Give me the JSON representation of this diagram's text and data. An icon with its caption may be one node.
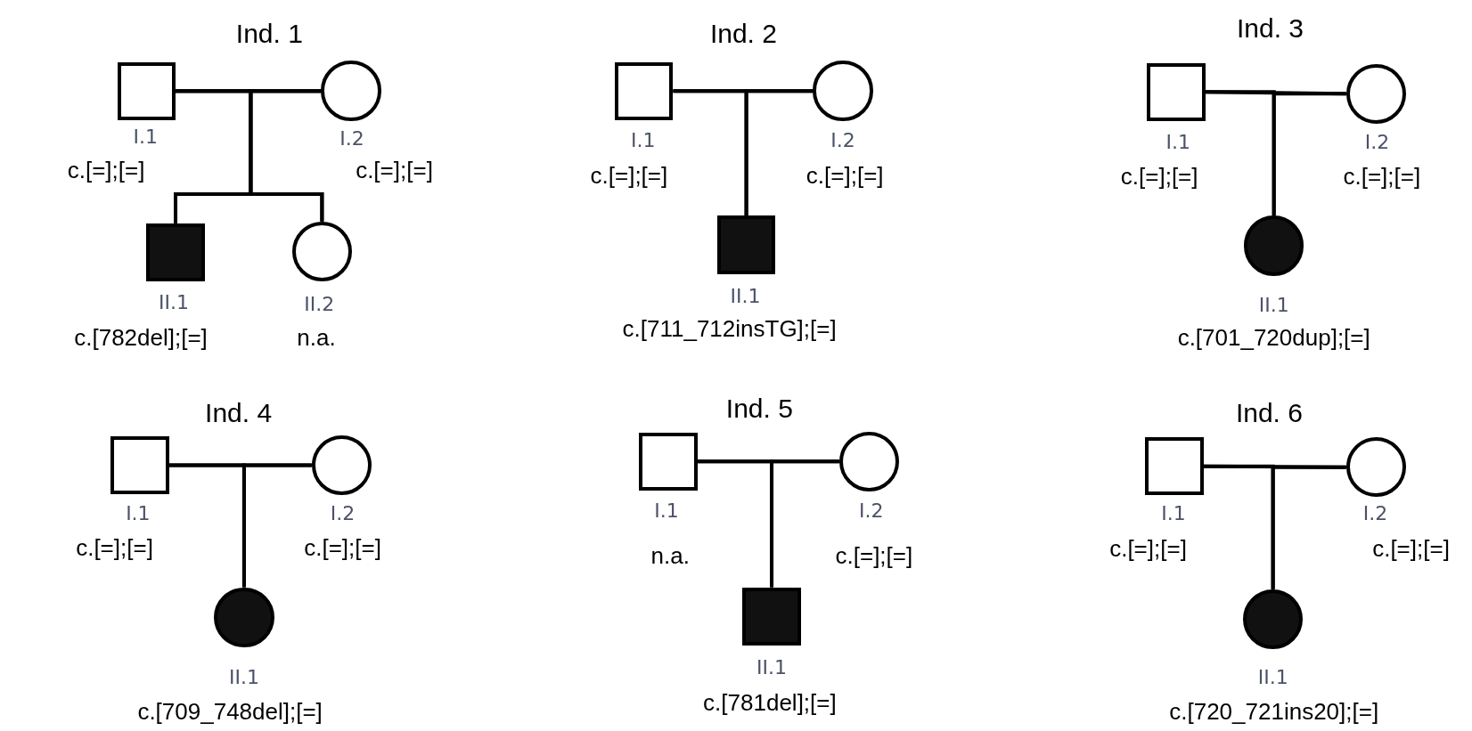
{
  "diagram": {
    "nodes": [
      {
        "text": [],
        "shape": "square",
        "beside": [
          "I.1",
          "c.[=];[=]"
        ]
      },
      {
        "text": [],
        "shape": "circle",
        "beside": [
          "I.2",
          "c.[=];[=]"
        ]
      },
      {
        "text": [],
        "shape": "filled-square",
        "beside": [
          "II.1",
          "c.[782del];[=]"
        ]
      },
      {
        "text": [],
        "shape": "circle",
        "beside": [
          "II.2",
          "n.a."
        ]
      },
      {
        "text": [],
        "shape": "square",
        "beside": [
          "I.1",
          "c.[=];[=]"
        ]
      },
      {
        "text": [],
        "shape": "circle",
        "beside": [
          "I.2",
          "c.[=];[=]"
        ]
      },
      {
        "text": [],
        "shape": "filled-square",
        "beside": [
          "II.1",
          "c.[711_712insTG];[=]"
        ]
      },
      {
        "text": [],
        "shape": "square",
        "beside": [
          "I.1",
          "c.[=];[=]"
        ]
      },
      {
        "text": [],
        "shape": "circle",
        "beside": [
          "I.2",
          "c.[=];[=]"
        ]
      },
      {
        "text": [],
        "shape": "filled-circle",
        "beside": [
          "II.1",
          "c.[701_720dup];[=]"
        ]
      },
      {
        "text": [],
        "shape": "square",
        "beside": [
          "I.1",
          "c.[=];[=]"
        ]
      },
      {
        "text": [],
        "shape": "circle",
        "beside": [
          "I.2",
          "c.[=];[=]"
        ]
      },
      {
        "text": [],
        "shape": "filled-circle",
        "beside": [
          "II.1",
          "c.[709_748del];[=]"
        ]
      },
      {
        "text": [],
        "shape": "square",
        "beside": [
          "I.1",
          "n.a."
        ]
      },
      {
        "text": [],
        "shape": "circle",
        "beside": [
          "I.2",
          "c.[=];[=]"
        ]
      },
      {
        "text": [],
        "shape": "filled-square",
        "beside": [
          "II.1",
          "c.[781del];[=]"
        ]
      },
      {
        "text": [],
        "shape": "square",
        "beside": [
          "I.1",
          "c.[=];[=]"
        ]
      },
      {
        "text": [],
        "shape": "circle",
        "beside": [
          "I.2",
          "c.[=];[=]"
        ]
      },
      {
        "text": [],
        "shape": "filled-circle",
        "beside": [
          "II.1",
          "c.[720_721ins20];[=]"
        ]
      }
    ],
    "edges": [
      {
        "from": 0,
        "to": 1,
        "arrow": "none"
      },
      {
        "from": 0,
        "to": 2,
        "arrow": "none"
      },
      {
        "from": 1,
        "to": 2,
        "arrow": "none"
      },
      {
        "from": 0,
        "to": 3,
        "arrow": "none"
      },
      {
        "from": 1,
        "to": 3,
        "arrow": "none"
      },
      {
        "from": 4,
        "to": 5,
        "arrow": "none"
      },
      {
        "from": 4,
        "to": 6,
        "arrow": "none"
      },
      {
        "from": 5,
        "to": 6,
        "arrow": "none"
      },
      {
        "from": 7,
        "to": 8,
        "arrow": "none"
      },
      {
        "from": 7,
        "to": 9,
        "arrow": "none"
      },
      {
        "from": 8,
        "to": 9,
        "arrow": "none"
      },
      {
        "from": 10,
        "to": 11,
        "arrow": "none"
      },
      {
        "from": 10,
        "to": 12,
        "arrow": "none"
      },
      {
        "from": 11,
        "to": 12,
        "arrow": "none"
      },
      {
        "from": 13,
        "to": 14,
        "arrow": "none"
      },
      {
        "from": 13,
        "to": 15,
        "arrow": "none"
      },
      {
        "from": 14,
        "to": 15,
        "arrow": "none"
      },
      {
        "from": 16,
        "to": 17,
        "arrow": "none"
      },
      {
        "from": 16,
        "to": 18,
        "arrow": "none"
      },
      {
        "from": 17,
        "to": 18,
        "arrow": "none"
      }
    ],
    "labels": [
      "Ind. 1",
      "Ind. 2",
      "Ind. 3",
      "Ind. 4",
      "Ind. 5",
      "Ind. 6"
    ]
  }
}
